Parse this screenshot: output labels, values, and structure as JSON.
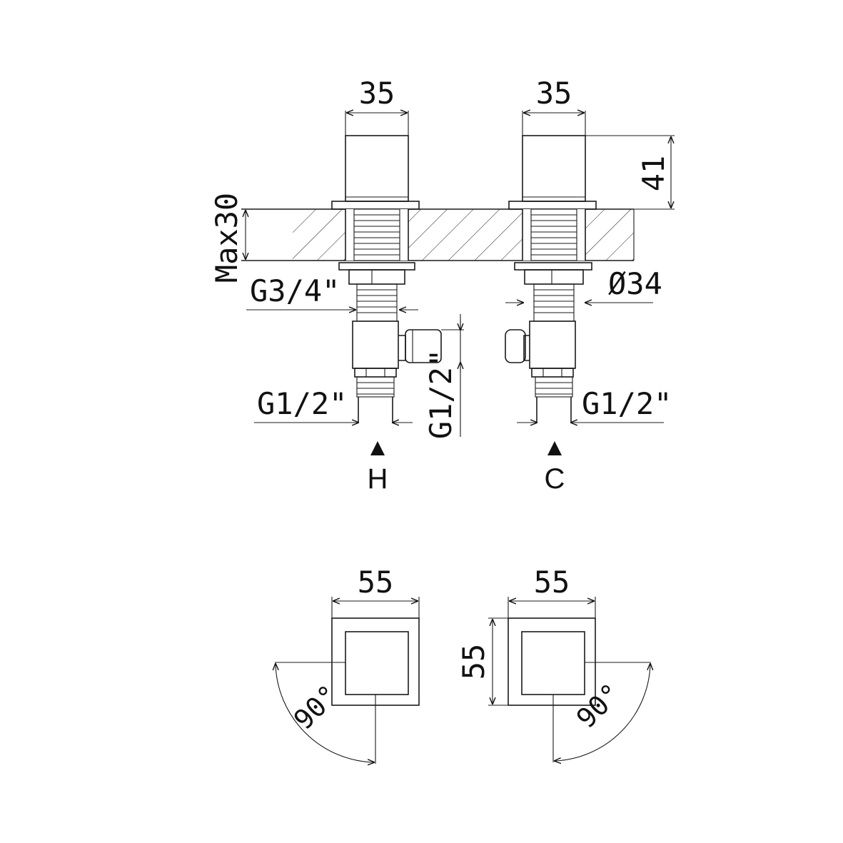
{
  "front_view": {
    "width_left": "35",
    "width_right": "35",
    "handle_height": "41",
    "max_thickness": "Max30",
    "thread_shank": "G3/4\"",
    "nut_diameter": "Ø34",
    "outlet_side": "G1/2\"",
    "inlet_left": "G1/2\"",
    "inlet_right": "G1/2\"",
    "hot_label": "H",
    "cold_label": "C"
  },
  "top_view": {
    "width_left": "55",
    "width_right": "55",
    "depth_right": "55",
    "rotation_left": "90°",
    "rotation_right": "90°"
  }
}
